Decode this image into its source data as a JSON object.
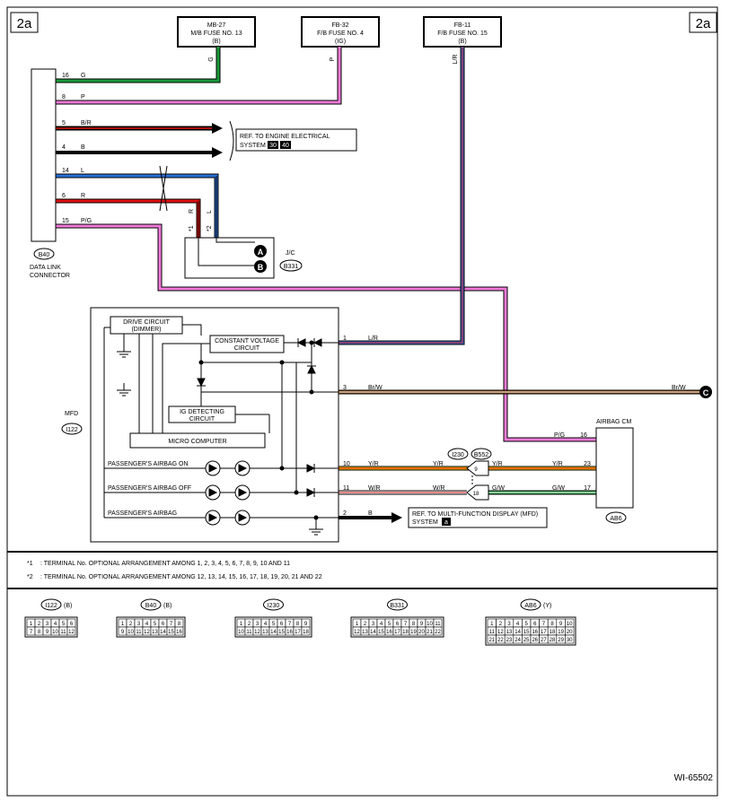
{
  "page_tag": "2a",
  "fuses": [
    {
      "l1": "MB-27",
      "l2": "M/B FUSE NO. 13",
      "l3": "(B)",
      "wire": "G"
    },
    {
      "l1": "FB-32",
      "l2": "F/B FUSE NO. 4",
      "l3": "(IG)",
      "wire": "P"
    },
    {
      "l1": "FB-11",
      "l2": "F/B FUSE NO. 15",
      "l3": "(B)",
      "wire": "L/R"
    }
  ],
  "dlc": {
    "pins": [
      {
        "num": "16",
        "color": "G"
      },
      {
        "num": "8",
        "color": "P"
      },
      {
        "num": "5",
        "color": "B/R"
      },
      {
        "num": "4",
        "color": "B"
      },
      {
        "num": "14",
        "color": "L"
      },
      {
        "num": "6",
        "color": "R"
      },
      {
        "num": "15",
        "color": "P/G"
      }
    ],
    "id": "B40",
    "name1": "DATA LINK",
    "name2": "CONNECTOR"
  },
  "engine_ref": {
    "text1": "REF. TO ENGINE ELECTRICAL",
    "text2": "SYSTEM",
    "p1": "30",
    "p2": "40"
  },
  "jc": {
    "label": "J/C",
    "id": "B331",
    "node_a": "A",
    "node_b": "B",
    "star1": "*1",
    "star2": "*2",
    "wire_r": "R",
    "wire_l": "L"
  },
  "mfd": {
    "label": "MFD",
    "id": "I122",
    "drive_circuit": "DRIVE CIRCUIT",
    "dimmer": "(DIMMER)",
    "cv1": "CONSTANT VOLTAGE",
    "cv2": "CIRCUIT",
    "ig1": "IG DETECTING",
    "ig2": "CIRCUIT",
    "micro": "MICRO COMPUTER",
    "rows": [
      "PASSENGER'S AIRBAG ON",
      "PASSENGER'S AIRBAG OFF",
      "PASSENGER'S AIRBAG"
    ],
    "pins": [
      {
        "num": "1",
        "color": "L/R"
      },
      {
        "num": "3",
        "color": "Br/W"
      },
      {
        "num": "10",
        "color": "Y/R"
      },
      {
        "num": "11",
        "color": "W/R"
      },
      {
        "num": "2",
        "color": "B"
      }
    ]
  },
  "node_c": {
    "label": "C",
    "wire": "Br/W"
  },
  "i230": "I230",
  "b552": "B552",
  "i230_pins": [
    "9",
    "18"
  ],
  "mid_wires": [
    "Y/R",
    "W/R"
  ],
  "right_wires": [
    "Y/R",
    "G/W"
  ],
  "right_wires2": [
    "Y/R",
    "G/W"
  ],
  "airbag": {
    "label": "AIRBAG CM",
    "id": "AB6",
    "pins": [
      "16",
      "23",
      "17"
    ],
    "pg": "P/G"
  },
  "mfd_ref": {
    "text1": "REF. TO MULTI-FUNCTION DISPLAY (MFD)",
    "text2": "SYSTEM",
    "tag": "a"
  },
  "notes": [
    {
      "mark": "*1",
      "text": ": TERMINAL No. OPTIONAL ARRANGEMENT AMONG 1, 2, 3, 4, 5, 6, 7, 8, 9, 10 AND 11"
    },
    {
      "mark": "*2",
      "text": ": TERMINAL No. OPTIONAL ARRANGEMENT AMONG 12, 13, 14, 15, 16, 17, 18, 19, 20, 21 AND 22"
    }
  ],
  "connectors": [
    {
      "id": "I122",
      "color": "(B)",
      "rows": [
        [
          "1",
          "2",
          "3",
          "4",
          "5",
          "6"
        ],
        [
          "7",
          "8",
          "9",
          "10",
          "11",
          "12"
        ]
      ]
    },
    {
      "id": "B40",
      "color": "(B)",
      "rows": [
        [
          "1",
          "2",
          "3",
          "4",
          "5",
          "6",
          "7",
          "8"
        ],
        [
          "9",
          "10",
          "11",
          "12",
          "13",
          "14",
          "15",
          "16"
        ]
      ]
    },
    {
      "id": "I230",
      "color": "",
      "rows": [
        [
          "1",
          "2",
          "3",
          "4",
          "5",
          "6",
          "7",
          "8",
          "9"
        ],
        [
          "10",
          "11",
          "12",
          "13",
          "14",
          "15",
          "16",
          "17",
          "18"
        ]
      ]
    },
    {
      "id": "B331",
      "color": "",
      "rows": [
        [
          "1",
          "2",
          "3",
          "4",
          "5",
          "6",
          "7",
          "8",
          "9",
          "10",
          "11"
        ],
        [
          "12",
          "13",
          "14",
          "15",
          "16",
          "17",
          "18",
          "19",
          "20",
          "21",
          "22"
        ]
      ]
    },
    {
      "id": "AB6",
      "color": "(Y)",
      "rows": [
        [
          "1",
          "2",
          "3",
          "4",
          "5",
          "6",
          "7",
          "8",
          "9",
          "10"
        ],
        [
          "11",
          "12",
          "13",
          "14",
          "15",
          "16",
          "17",
          "18",
          "19",
          "20"
        ],
        [
          "21",
          "22",
          "23",
          "24",
          "25",
          "26",
          "27",
          "28",
          "29",
          "30"
        ]
      ]
    }
  ],
  "figure_id": "WI-65502",
  "wire_colors": {
    "green": "#1a9a3a",
    "pink": "#f07ad8",
    "black": "#000000",
    "blue": "#2a6fd6",
    "red": "#e01010",
    "yellow": "#f2c200",
    "brown": "#8a4a12",
    "white_outline": "#000000"
  }
}
